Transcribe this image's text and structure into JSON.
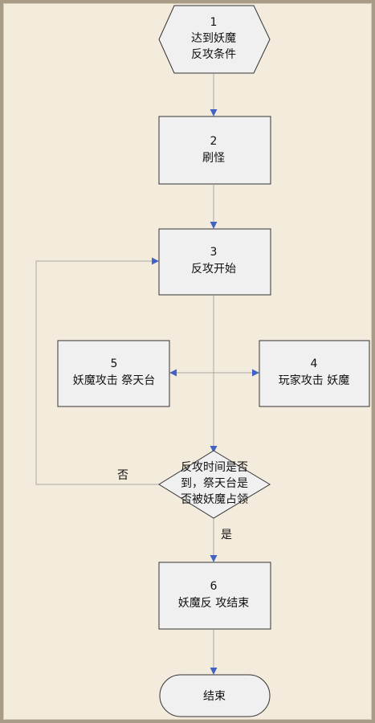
{
  "diagram": {
    "colors": {
      "background": "#f3ebdc",
      "node_fill": "#f0f0f0",
      "node_stroke": "#333333",
      "edge": "#a8a8a8",
      "arrow": "#3f62c4"
    },
    "nodes": {
      "start": {
        "shape": "hexagon",
        "lines": [
          "1",
          "达到妖魔",
          "反攻条件"
        ]
      },
      "spawn": {
        "shape": "rect",
        "lines": [
          "2",
          "刷怪"
        ]
      },
      "attack_start": {
        "shape": "rect",
        "lines": [
          "3",
          "反攻开始"
        ]
      },
      "monster_attack": {
        "shape": "rect",
        "lines": [
          "5",
          "妖魔攻击 祭天台"
        ]
      },
      "player_attack": {
        "shape": "rect",
        "lines": [
          "4",
          "玩家攻击 妖魔"
        ]
      },
      "decision": {
        "shape": "diamond",
        "lines": [
          "反攻时间是否",
          "到，祭天台是",
          "否被妖魔占领"
        ]
      },
      "attack_end": {
        "shape": "rect",
        "lines": [
          "6",
          "妖魔反 攻结束"
        ]
      },
      "end": {
        "shape": "terminator",
        "lines": [
          "结束"
        ]
      }
    },
    "edges": [
      {
        "from": "start",
        "to": "spawn",
        "label": ""
      },
      {
        "from": "spawn",
        "to": "attack_start",
        "label": ""
      },
      {
        "from": "attack_start",
        "to": "decision",
        "label": ""
      },
      {
        "from": "attack_start",
        "to": "monster_attack",
        "label": ""
      },
      {
        "from": "attack_start",
        "to": "player_attack",
        "label": ""
      },
      {
        "from": "decision",
        "to": "attack_start",
        "label": "否"
      },
      {
        "from": "decision",
        "to": "attack_end",
        "label": "是"
      },
      {
        "from": "attack_end",
        "to": "end",
        "label": ""
      }
    ]
  }
}
